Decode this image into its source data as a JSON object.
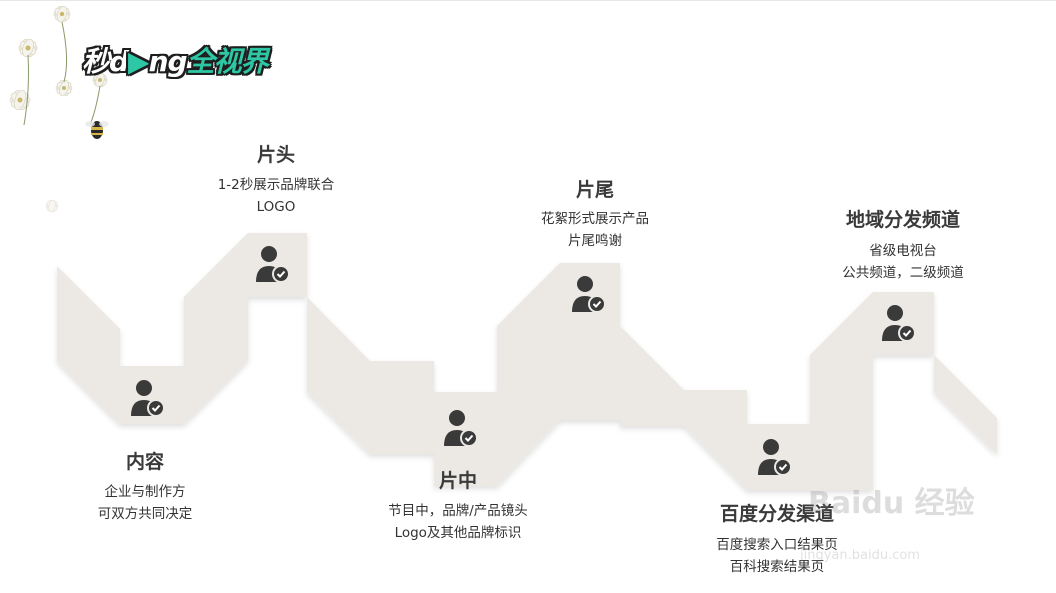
{
  "logo": {
    "part1": "秒d",
    "part2": "ng",
    "part3": "全视界"
  },
  "steps": [
    {
      "id": "neirong",
      "title": "内容",
      "lines": [
        "企业与制作方",
        "可双方共同决定"
      ]
    },
    {
      "id": "piantou",
      "title": "片头",
      "lines": [
        "1-2秒展示品牌联合",
        "LOGO"
      ]
    },
    {
      "id": "pianzhong",
      "title": "片中",
      "lines": [
        "节目中，品牌/产品镜头",
        "Logo及其他品牌标识"
      ]
    },
    {
      "id": "pianwei",
      "title": "片尾",
      "lines": [
        "花絮形式展示产品",
        "片尾鸣谢"
      ]
    },
    {
      "id": "baidu",
      "title": "百度分发渠道",
      "lines": [
        "百度搜索入口结果页",
        "百科搜索结果页"
      ]
    },
    {
      "id": "diyu",
      "title": "地域分发频道",
      "lines": [
        "省级电视台",
        "公共频道，二级频道"
      ]
    }
  ],
  "watermark": {
    "text": "Baidu 经验",
    "url": "jingyan.baidu.com"
  },
  "colors": {
    "path": "#ece9e4",
    "icon": "#3a3a3a",
    "title": "#3a3a3a"
  }
}
